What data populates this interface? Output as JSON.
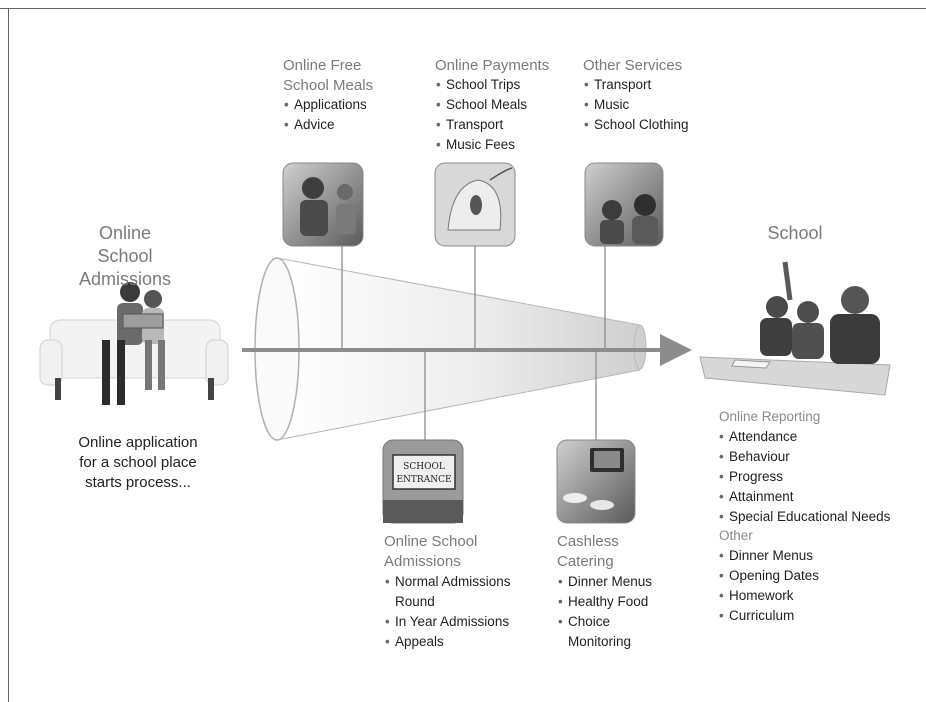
{
  "left": {
    "title": "Online School Admissions",
    "caption": "Online application for a school place starts process..."
  },
  "right": {
    "title": "School",
    "reporting": {
      "heading": "Online Reporting",
      "items": [
        "Attendance",
        "Behaviour",
        "Progress",
        "Attainment",
        "Special Educational Needs"
      ]
    },
    "other": {
      "heading": "Other",
      "items": [
        "Dinner Menus",
        "Opening Dates",
        "Homework",
        "Curriculum"
      ]
    }
  },
  "top_boxes": [
    {
      "heading": "Online Free School Meals",
      "items": [
        "Applications",
        "Advice"
      ]
    },
    {
      "heading": "Online Payments",
      "items": [
        "School Trips",
        "School Meals",
        "Transport",
        "Music Fees"
      ]
    },
    {
      "heading": "Other Services",
      "items": [
        "Transport",
        "Music",
        "School Clothing"
      ]
    }
  ],
  "bottom_boxes": [
    {
      "heading": "Online School Admissions",
      "items": [
        "Normal Admissions Round",
        "In Year Admissions",
        "Appeals"
      ],
      "sign_text": [
        "SCHOOL",
        "ENTRANCE"
      ]
    },
    {
      "heading": "Cashless Catering",
      "items": [
        "Dinner Menus",
        "Healthy Food",
        "Choice Monitoring"
      ]
    }
  ],
  "colors": {
    "arrow": "#8c8c8c",
    "heading": "#7a7a7a",
    "text": "#222222"
  }
}
